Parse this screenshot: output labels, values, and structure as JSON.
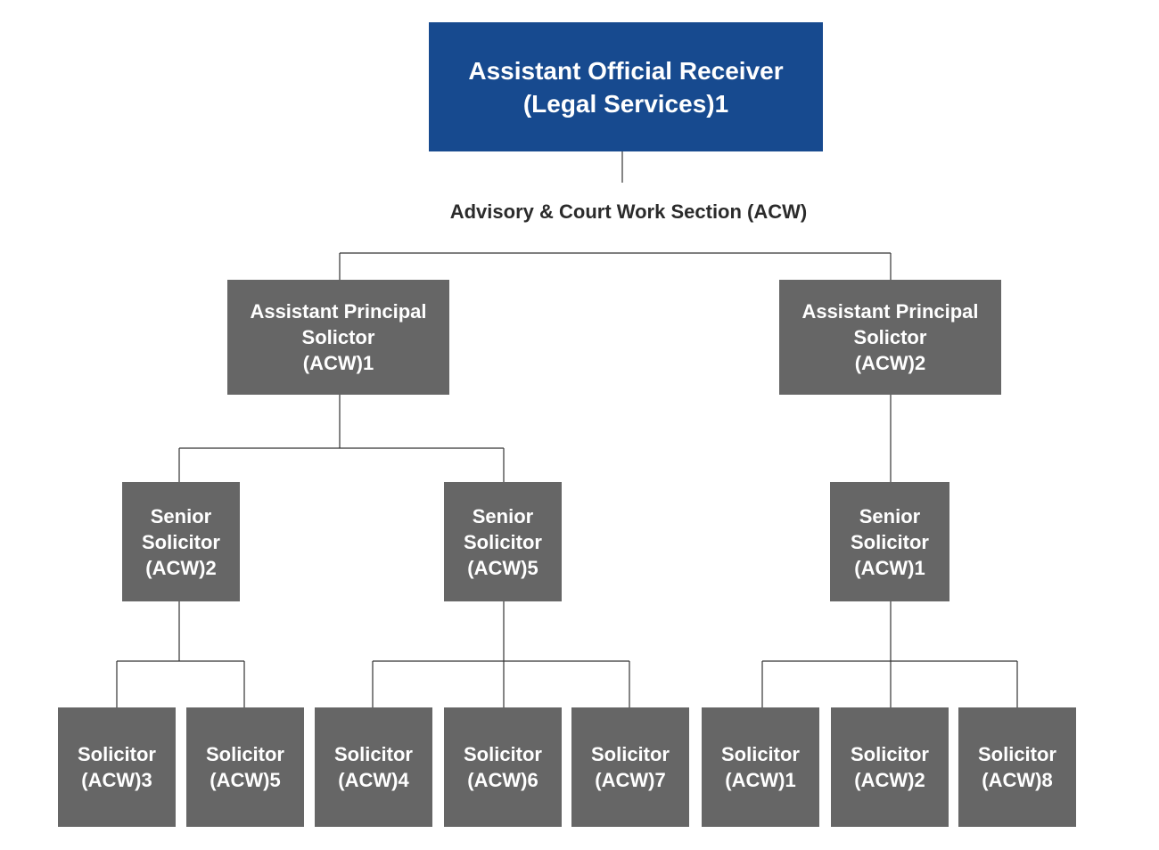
{
  "top": {
    "line1": "Assistant Official Receiver",
    "line2": "(Legal Services)1"
  },
  "section_label": "Advisory & Court Work Section (ACW)",
  "assistant_principals": [
    {
      "line1": "Assistant Principal",
      "line2": "Solictor",
      "line3": "(ACW)1"
    },
    {
      "line1": "Assistant Principal",
      "line2": "Solictor",
      "line3": "(ACW)2"
    }
  ],
  "senior_solicitors": [
    {
      "line1": "Senior",
      "line2": "Solicitor",
      "line3": "(ACW)2"
    },
    {
      "line1": "Senior",
      "line2": "Solicitor",
      "line3": "(ACW)5"
    },
    {
      "line1": "Senior",
      "line2": "Solicitor",
      "line3": "(ACW)1"
    }
  ],
  "solicitors": [
    {
      "line1": "Solicitor",
      "line2": "(ACW)3"
    },
    {
      "line1": "Solicitor",
      "line2": "(ACW)5"
    },
    {
      "line1": "Solicitor",
      "line2": "(ACW)4"
    },
    {
      "line1": "Solicitor",
      "line2": "(ACW)6"
    },
    {
      "line1": "Solicitor",
      "line2": "(ACW)7"
    },
    {
      "line1": "Solicitor",
      "line2": "(ACW)1"
    },
    {
      "line1": "Solicitor",
      "line2": "(ACW)2"
    },
    {
      "line1": "Solicitor",
      "line2": "(ACW)8"
    }
  ],
  "colors": {
    "top_box": "#174a8f",
    "node_box": "#666666",
    "connector": "#333333",
    "label_text": "#2b2b2b"
  }
}
